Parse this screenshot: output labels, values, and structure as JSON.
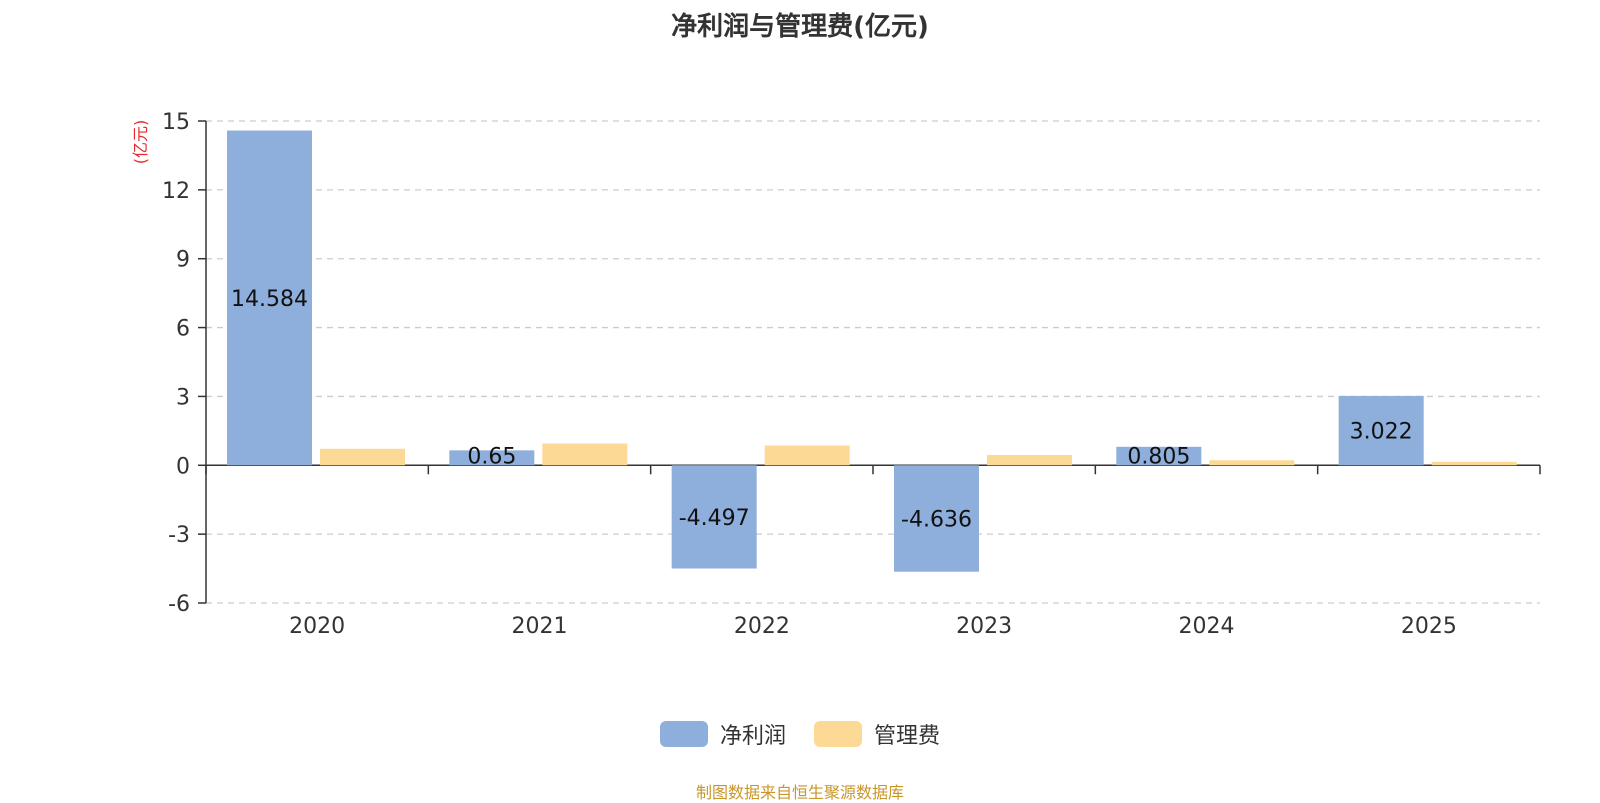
{
  "chart_data": {
    "type": "bar",
    "title": "净利润与管理费(亿元)",
    "ylabel": "(亿元)",
    "categories": [
      "2020",
      "2021",
      "2022",
      "2023",
      "2024",
      "2025"
    ],
    "series": [
      {
        "name": "净利润",
        "values": [
          14.584,
          0.65,
          -4.497,
          -4.636,
          0.805,
          3.022
        ],
        "color": "#8eaedb",
        "labels": [
          "14.584",
          "0.65",
          "-4.497",
          "-4.636",
          "0.805",
          "3.022"
        ]
      },
      {
        "name": "管理费",
        "values": [
          0.72,
          0.95,
          0.86,
          0.45,
          0.22,
          0.15
        ],
        "color": "#fdd996"
      }
    ],
    "ylim": [
      -6,
      15
    ],
    "yticks": [
      "-6",
      "-3",
      "0",
      "3",
      "6",
      "9",
      "12",
      "15"
    ],
    "grid": true,
    "legend": "bottom-center"
  },
  "ylabel_color": "#e8262b",
  "source": {
    "text": "制图数据来自恒生聚源数据库",
    "color": "#c9962a"
  }
}
